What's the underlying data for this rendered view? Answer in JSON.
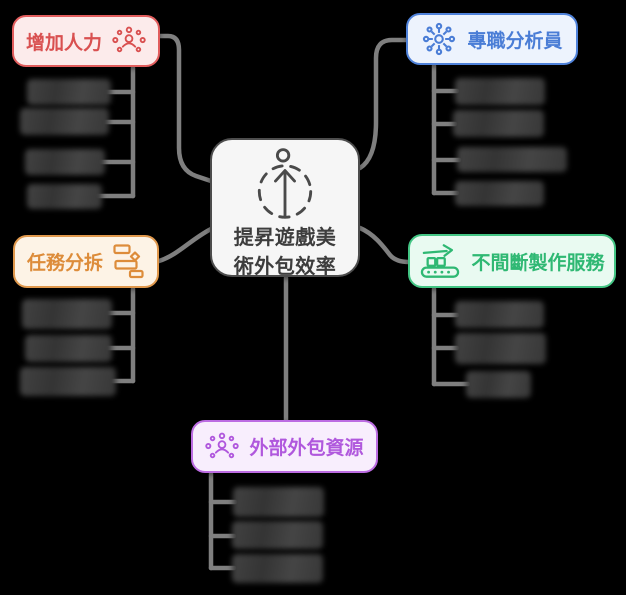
{
  "diagram": {
    "type": "mindmap",
    "background_color": "#000000",
    "connector_color": "#7f7f7f"
  },
  "center_node": {
    "icon": "rise-arrow-icon",
    "lines": [
      "提昇遊戲美",
      "術外包效率"
    ],
    "full_label": "提昇遊戲美術外包效率",
    "colors": {
      "background": "#f6f6f6",
      "border": "#4d4d4d",
      "text": "#3d3d3d"
    }
  },
  "branches": [
    {
      "label": "增加人力",
      "icon": "team-dots-icon",
      "position": "top-left",
      "color": "#d95050",
      "redacted_children": 4
    },
    {
      "label": "專職分析員",
      "icon": "network-hub-icon",
      "position": "top-right",
      "color": "#4a7dd6",
      "redacted_children": 4
    },
    {
      "label": "任務分拆",
      "icon": "task-breakdown-icon",
      "position": "middle-left",
      "color": "#dd8c3a",
      "redacted_children": 3
    },
    {
      "label": "不間斷製作服務",
      "icon": "conveyor-belt-icon",
      "position": "middle-right",
      "color": "#2fb873",
      "redacted_children": 3
    },
    {
      "label": "外部外包資源",
      "icon": "community-icon",
      "position": "bottom",
      "color": "#b058dd",
      "redacted_children": 3
    }
  ]
}
